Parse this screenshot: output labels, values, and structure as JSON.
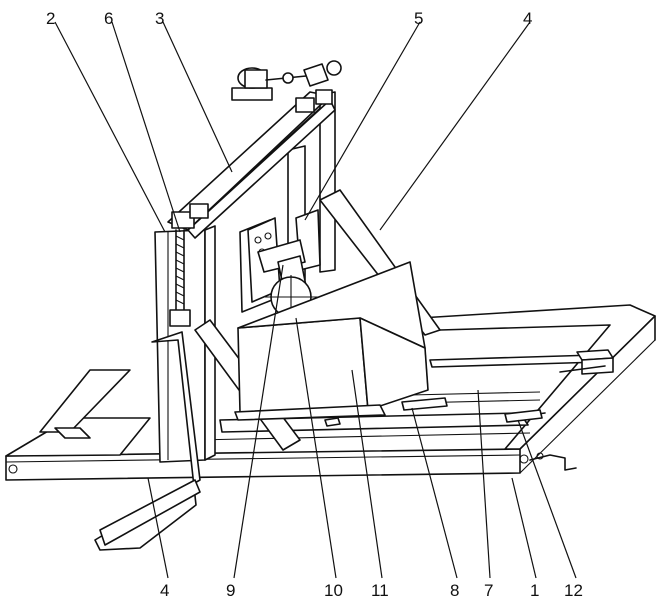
{
  "callouts": [
    {
      "id": "c2",
      "text": "2"
    },
    {
      "id": "c6",
      "text": "6"
    },
    {
      "id": "c3",
      "text": "3"
    },
    {
      "id": "c5",
      "text": "5"
    },
    {
      "id": "c4top",
      "text": "4"
    },
    {
      "id": "c4bot",
      "text": "4"
    },
    {
      "id": "c9",
      "text": "9"
    },
    {
      "id": "c10",
      "text": "10"
    },
    {
      "id": "c11",
      "text": "11"
    },
    {
      "id": "c8",
      "text": "8"
    },
    {
      "id": "c7",
      "text": "7"
    },
    {
      "id": "c1",
      "text": "1"
    },
    {
      "id": "c12",
      "text": "12"
    }
  ]
}
